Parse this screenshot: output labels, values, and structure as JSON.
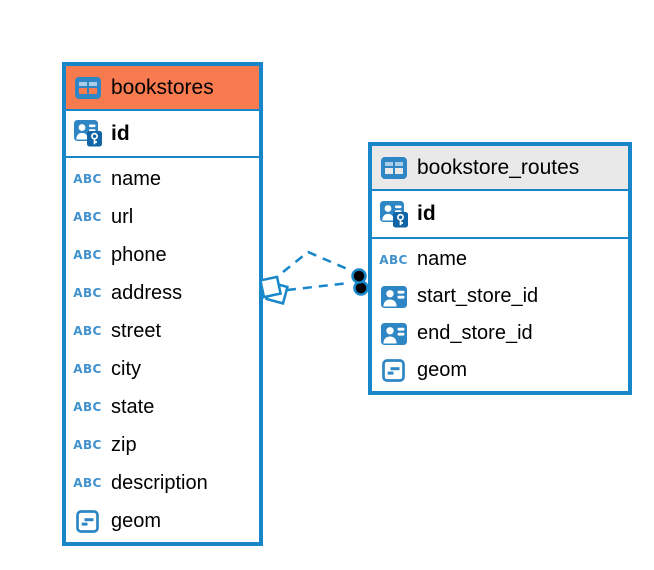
{
  "diagram": {
    "colors": {
      "accent_blue": "#1787c9",
      "icon_blue": "#4191cd",
      "icon_fill_blue": "#2f86c4",
      "key_overlay_blue": "#1065a6",
      "bookstores_header": "#f87a4f",
      "routes_header": "#e9e9e9",
      "dot_anchor": "#000000"
    },
    "icons": {
      "text_glyph": "ABC"
    },
    "tables": [
      {
        "name": "bookstores",
        "header_color": "#f87a4f",
        "header_icon": "table",
        "pk": {
          "label": "id",
          "icon": "primary-key"
        },
        "columns": [
          {
            "label": "name",
            "icon": "text"
          },
          {
            "label": "url",
            "icon": "text"
          },
          {
            "label": "phone",
            "icon": "text"
          },
          {
            "label": "address",
            "icon": "text"
          },
          {
            "label": "street",
            "icon": "text"
          },
          {
            "label": "city",
            "icon": "text"
          },
          {
            "label": "state",
            "icon": "text"
          },
          {
            "label": "zip",
            "icon": "text"
          },
          {
            "label": "description",
            "icon": "text"
          },
          {
            "label": "geom",
            "icon": "geometry"
          }
        ]
      },
      {
        "name": "bookstore_routes",
        "header_color": "#e9e9e9",
        "header_icon": "table",
        "pk": {
          "label": "id",
          "icon": "primary-key"
        },
        "columns": [
          {
            "label": "name",
            "icon": "text"
          },
          {
            "label": "start_store_id",
            "icon": "foreign-key"
          },
          {
            "label": "end_store_id",
            "icon": "foreign-key"
          },
          {
            "label": "geom",
            "icon": "geometry"
          }
        ]
      }
    ],
    "connector": {
      "style": "dashed",
      "line_count": 2,
      "left_anchor": "stacked-diamonds",
      "right_anchor": "stacked-dots"
    }
  }
}
